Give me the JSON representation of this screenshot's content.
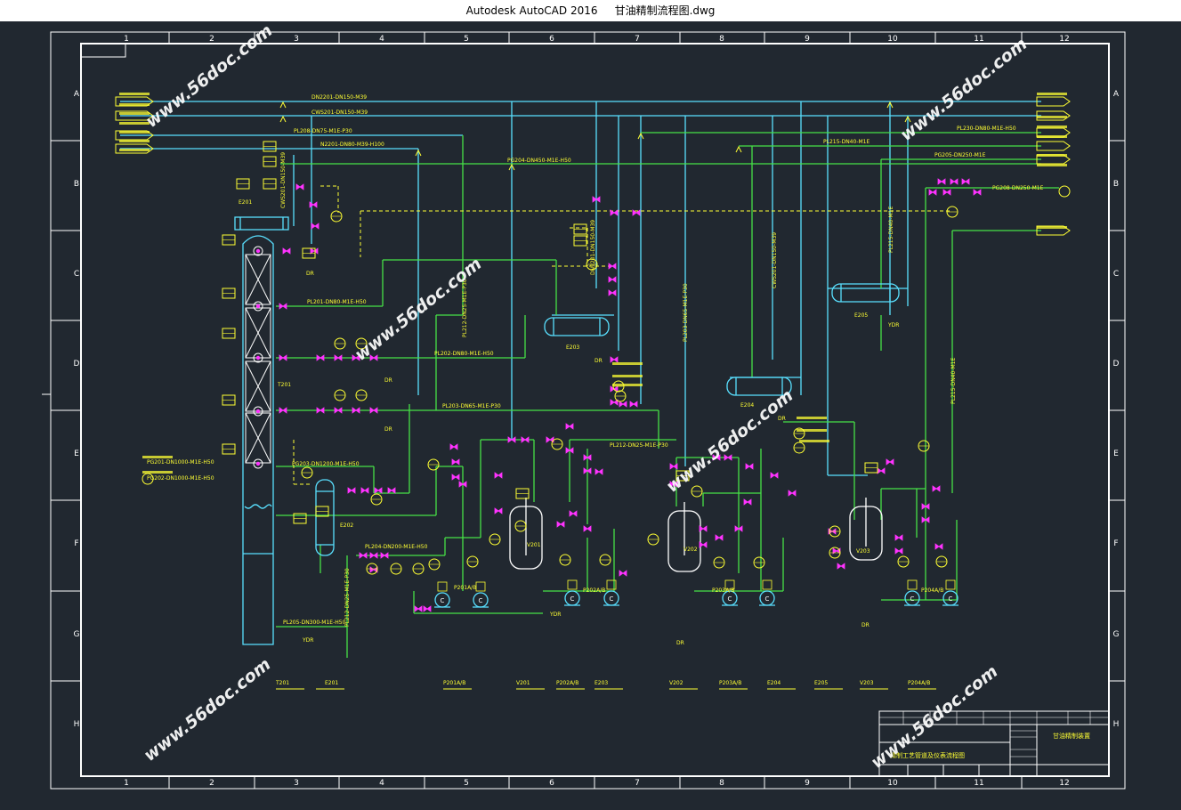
{
  "window": {
    "app_title": "Autodesk AutoCAD 2016",
    "file_name": "甘油精制流程图.dwg"
  },
  "frame": {
    "columns": [
      "1",
      "2",
      "3",
      "4",
      "5",
      "6",
      "7",
      "8",
      "9",
      "10",
      "11",
      "12"
    ],
    "rows": [
      "A",
      "B",
      "C",
      "D",
      "E",
      "F",
      "G",
      "H"
    ]
  },
  "watermark": "www.56doc.com",
  "colors": {
    "background": "#212830",
    "frame": "#ffffff",
    "cyan_line": "#59e0ff",
    "green_line": "#46e146",
    "yellow_text": "#ffff33",
    "magenta_valve": "#ff33ff",
    "watermark": "#ffffff"
  },
  "equipment": {
    "t201": "T201",
    "e201": "E201",
    "e202": "E202",
    "e203": "E203",
    "e204": "E204",
    "e205": "E205",
    "v201": "V201",
    "v202": "V202",
    "v203": "V203",
    "p201": "P201A/B",
    "p202": "P202A/B",
    "p203": "P203A/B",
    "p204": "P204A/B"
  },
  "pipes": {
    "top1": "DN2201-DN150-M39",
    "top2": "CWS201-DN150-M39",
    "top3": "PL208-DN75-M1E-P30",
    "top4": "N2201-DN80-M39-H100",
    "main": "PG204-DN450-M1E-H50",
    "pl215": "PL215-DN40-M1E",
    "pl230": "PL230-DN80-M1E-H50",
    "pg205": "PG205-DN250-M1E",
    "pg208": "PG208-DN250-M1E",
    "pl201": "PL201-DN80-M1E-H50",
    "pl202": "PL202-DN80-M1E-H50",
    "pl203": "PL203-DN65-M1E-P30",
    "pl212": "PL212-DN25-M1E-P30",
    "pg203": "PG203-DN1200-M1E-H50",
    "pl204": "PL204-DN200-M1E-H50",
    "pl205": "PL205-DN300-M1E-H50",
    "pg201": "PG201-DN1000-M1E-H50",
    "pg202": "PG202-DN1000-M1E-H50"
  },
  "tags": {
    "dr": "DR",
    "ydr": "YDR",
    "c": "C"
  },
  "title_block": {
    "project": "甘油精制装置",
    "drawing_title": "精制工艺管道及仪表流程图"
  }
}
